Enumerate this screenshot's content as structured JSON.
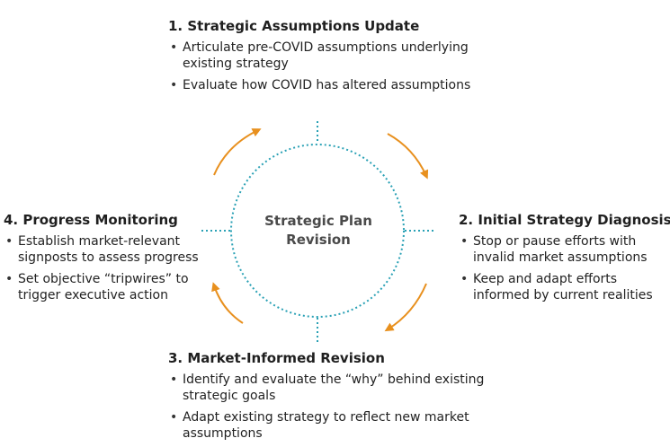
{
  "center_title": "Strategic Plan Revision",
  "colors": {
    "circle": "#2aa1b5",
    "arrow": "#e8901e",
    "text": "#222222"
  },
  "steps": [
    {
      "title": "1. Strategic Assumptions Update",
      "bullets": [
        "Articulate pre-COVID assumptions underlying existing strategy",
        "Evaluate how COVID has altered assumptions"
      ]
    },
    {
      "title": "2. Initial Strategy Diagnosis",
      "bullets": [
        "Stop or pause efforts with invalid market assumptions",
        "Keep and adapt efforts informed by current realities"
      ]
    },
    {
      "title": "3. Market-Informed Revision",
      "bullets": [
        "Identify and evaluate the “why” behind existing strategic goals",
        "Adapt existing strategy to reflect new market assumptions"
      ]
    },
    {
      "title": "4. Progress Monitoring",
      "bullets": [
        "Establish market-relevant signposts to assess progress",
        "Set objective “tripwires” to trigger executive action"
      ]
    }
  ]
}
